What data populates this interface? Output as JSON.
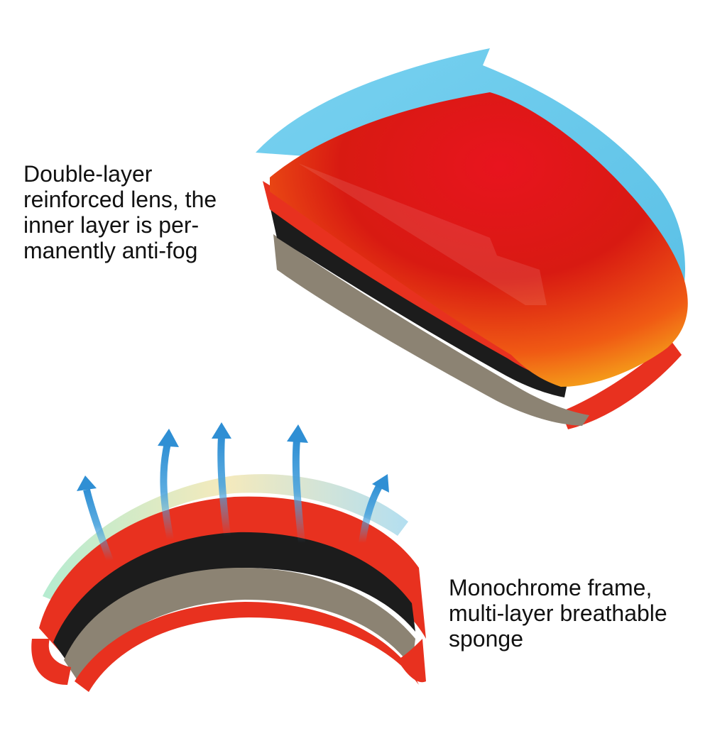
{
  "captions": {
    "lens": {
      "lines": [
        "Double-layer",
        "reinforced lens, the",
        "inner layer is per-",
        "manently anti-fog"
      ]
    },
    "frame": {
      "lines": [
        "Monochrome frame,",
        "multi-layer breathable",
        "sponge"
      ]
    }
  },
  "colors": {
    "outer_lens": "#66c8ea",
    "inner_lens_core": "#e8141e",
    "inner_lens_edge": "#f7a51c",
    "frame": "#e8311f",
    "foam_black": "#1c1c1c",
    "foam_grey": "#8c8373",
    "airflow_arrow": "#4aa3dd"
  },
  "illustrations": {
    "top": "goggle-lens-layers-illustration",
    "bottom": "goggle-frame-airflow-illustration"
  }
}
